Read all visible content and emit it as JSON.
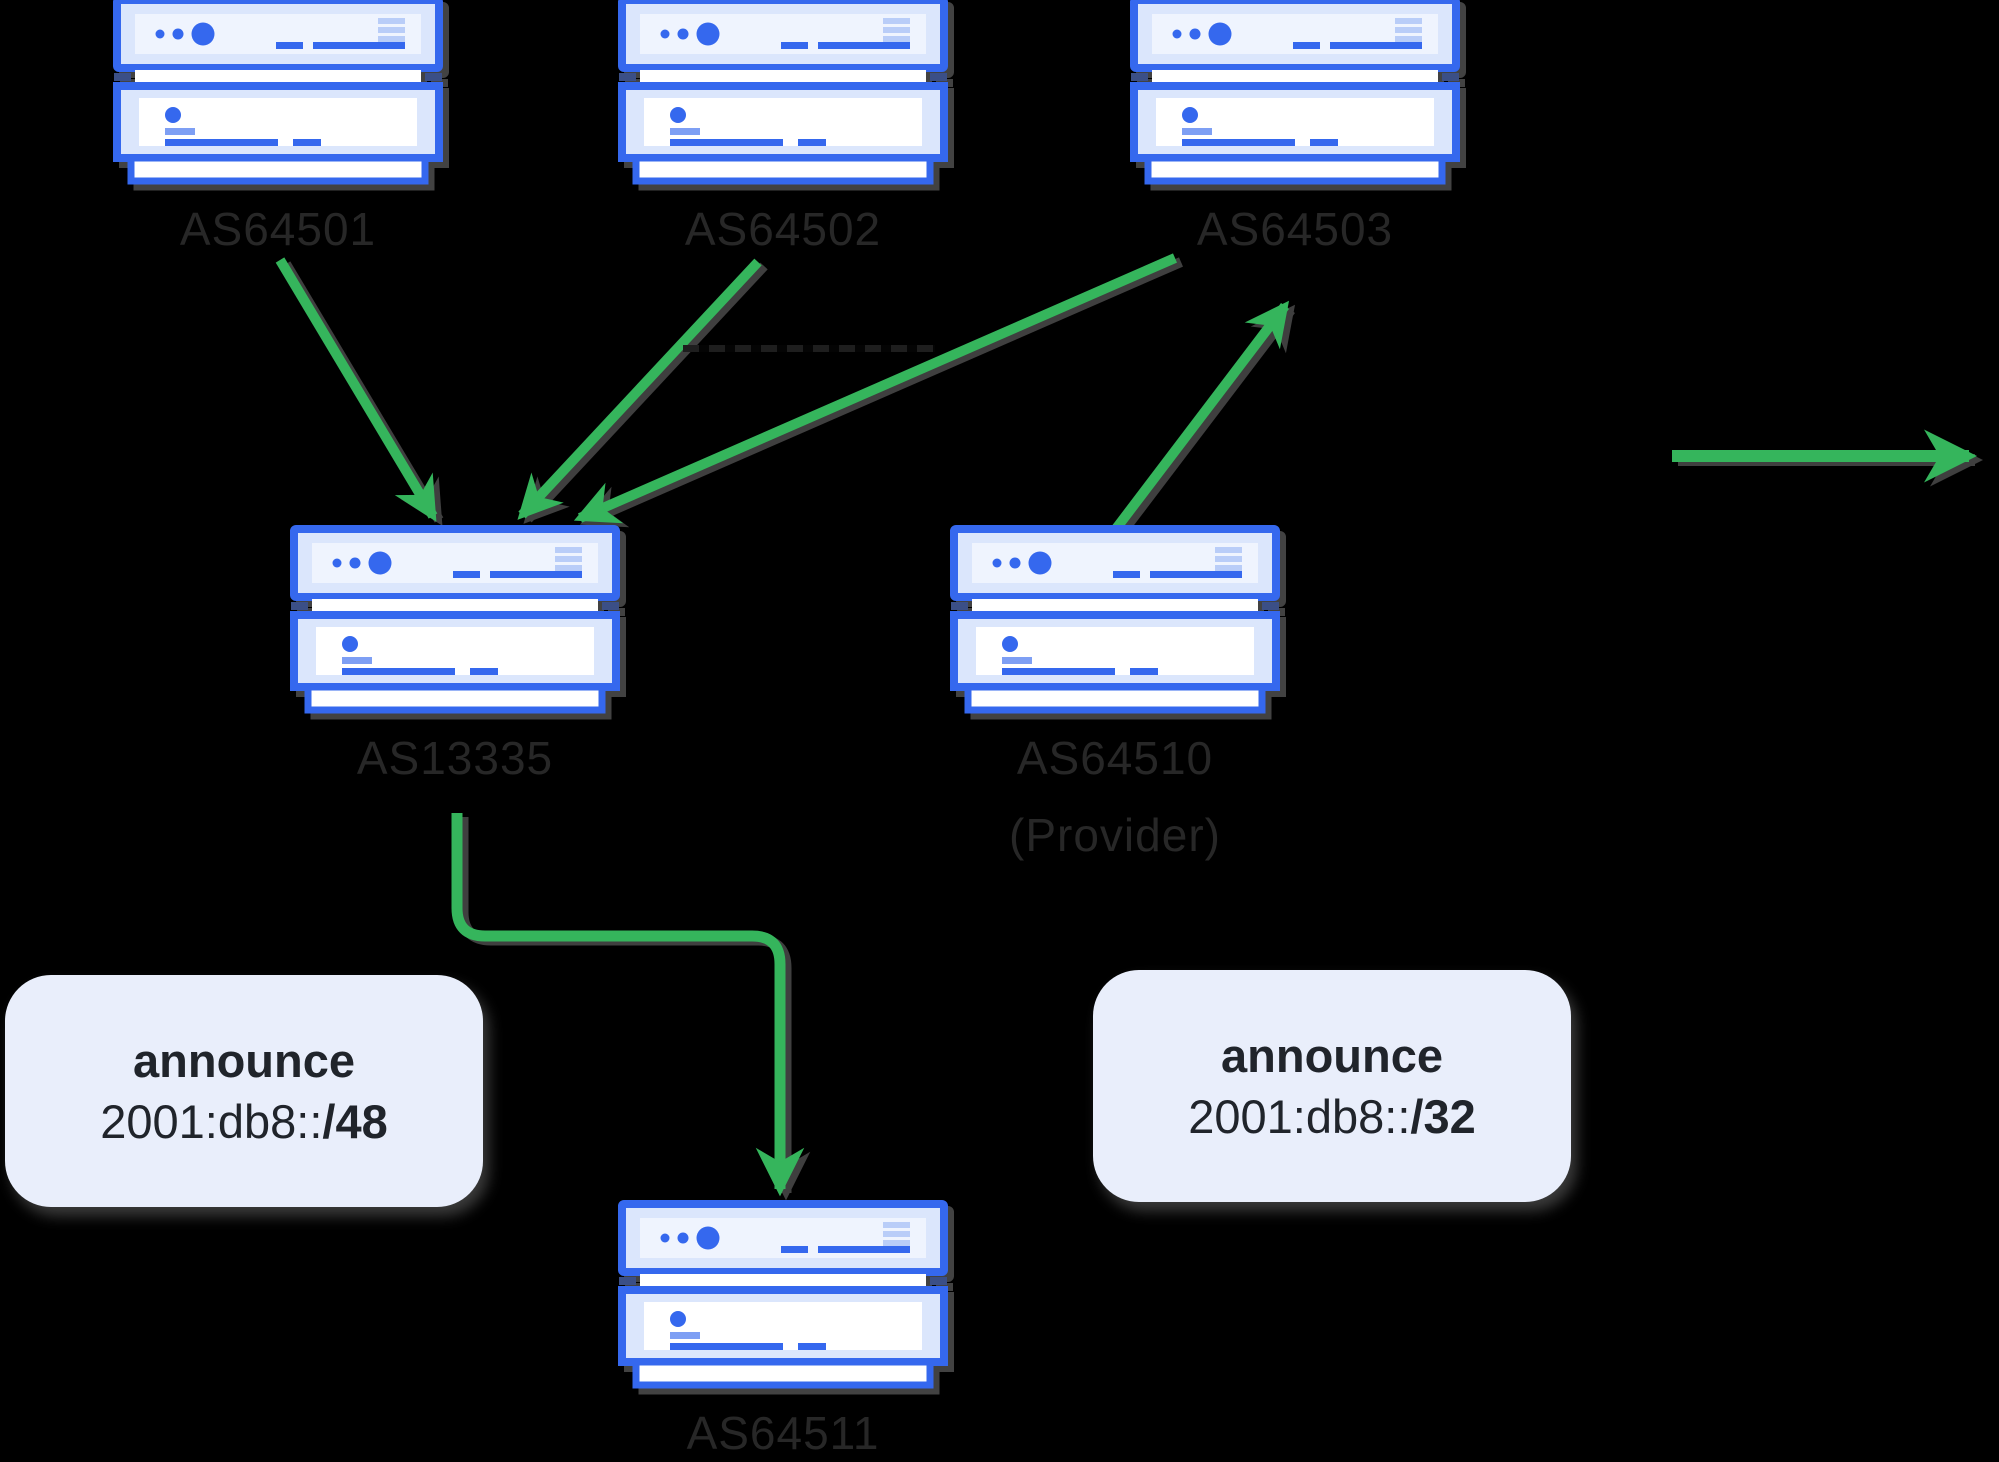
{
  "diagram": {
    "title": "BGP route announcement diagram",
    "background": "#000000"
  },
  "colors": {
    "arrow_green": "#35b55c",
    "server_blue": "#3568ee",
    "server_fill": "#dbe6fc",
    "server_panel": "#eff4fe",
    "server_bar_light": "#b9cdf8",
    "server_bar_medium": "#7e9ff4",
    "server_notch": "#3b4f86",
    "label_text": "#272727",
    "callout_bg": "#e9eefb",
    "callout_text": "#20242b",
    "link_dark": "#1e1e1e",
    "bg": "#000000"
  },
  "nodes": [
    {
      "id": "as64501",
      "label": "AS64501"
    },
    {
      "id": "as64502",
      "label": "AS64502"
    },
    {
      "id": "as64503",
      "label": "AS64503"
    },
    {
      "id": "as13335",
      "label": "AS13335"
    },
    {
      "id": "as64510",
      "label": "AS64510",
      "sublabel": "(Provider)"
    },
    {
      "id": "as64511",
      "label": "AS64511"
    }
  ],
  "callouts": [
    {
      "title": "announce",
      "prefix": "2001:db8::",
      "mask": "/48"
    },
    {
      "title": "announce",
      "prefix": "2001:db8::",
      "mask": "/32"
    }
  ],
  "edges": [
    {
      "from": "AS64501",
      "to": "AS13335"
    },
    {
      "from": "AS64502",
      "to": "AS13335"
    },
    {
      "from": "AS64503",
      "to": "AS13335"
    },
    {
      "from": "AS64510",
      "to": "AS64503"
    },
    {
      "from": "AS13335",
      "to": "AS64511"
    },
    {
      "from": "AS64503",
      "to": "internet-right"
    }
  ]
}
